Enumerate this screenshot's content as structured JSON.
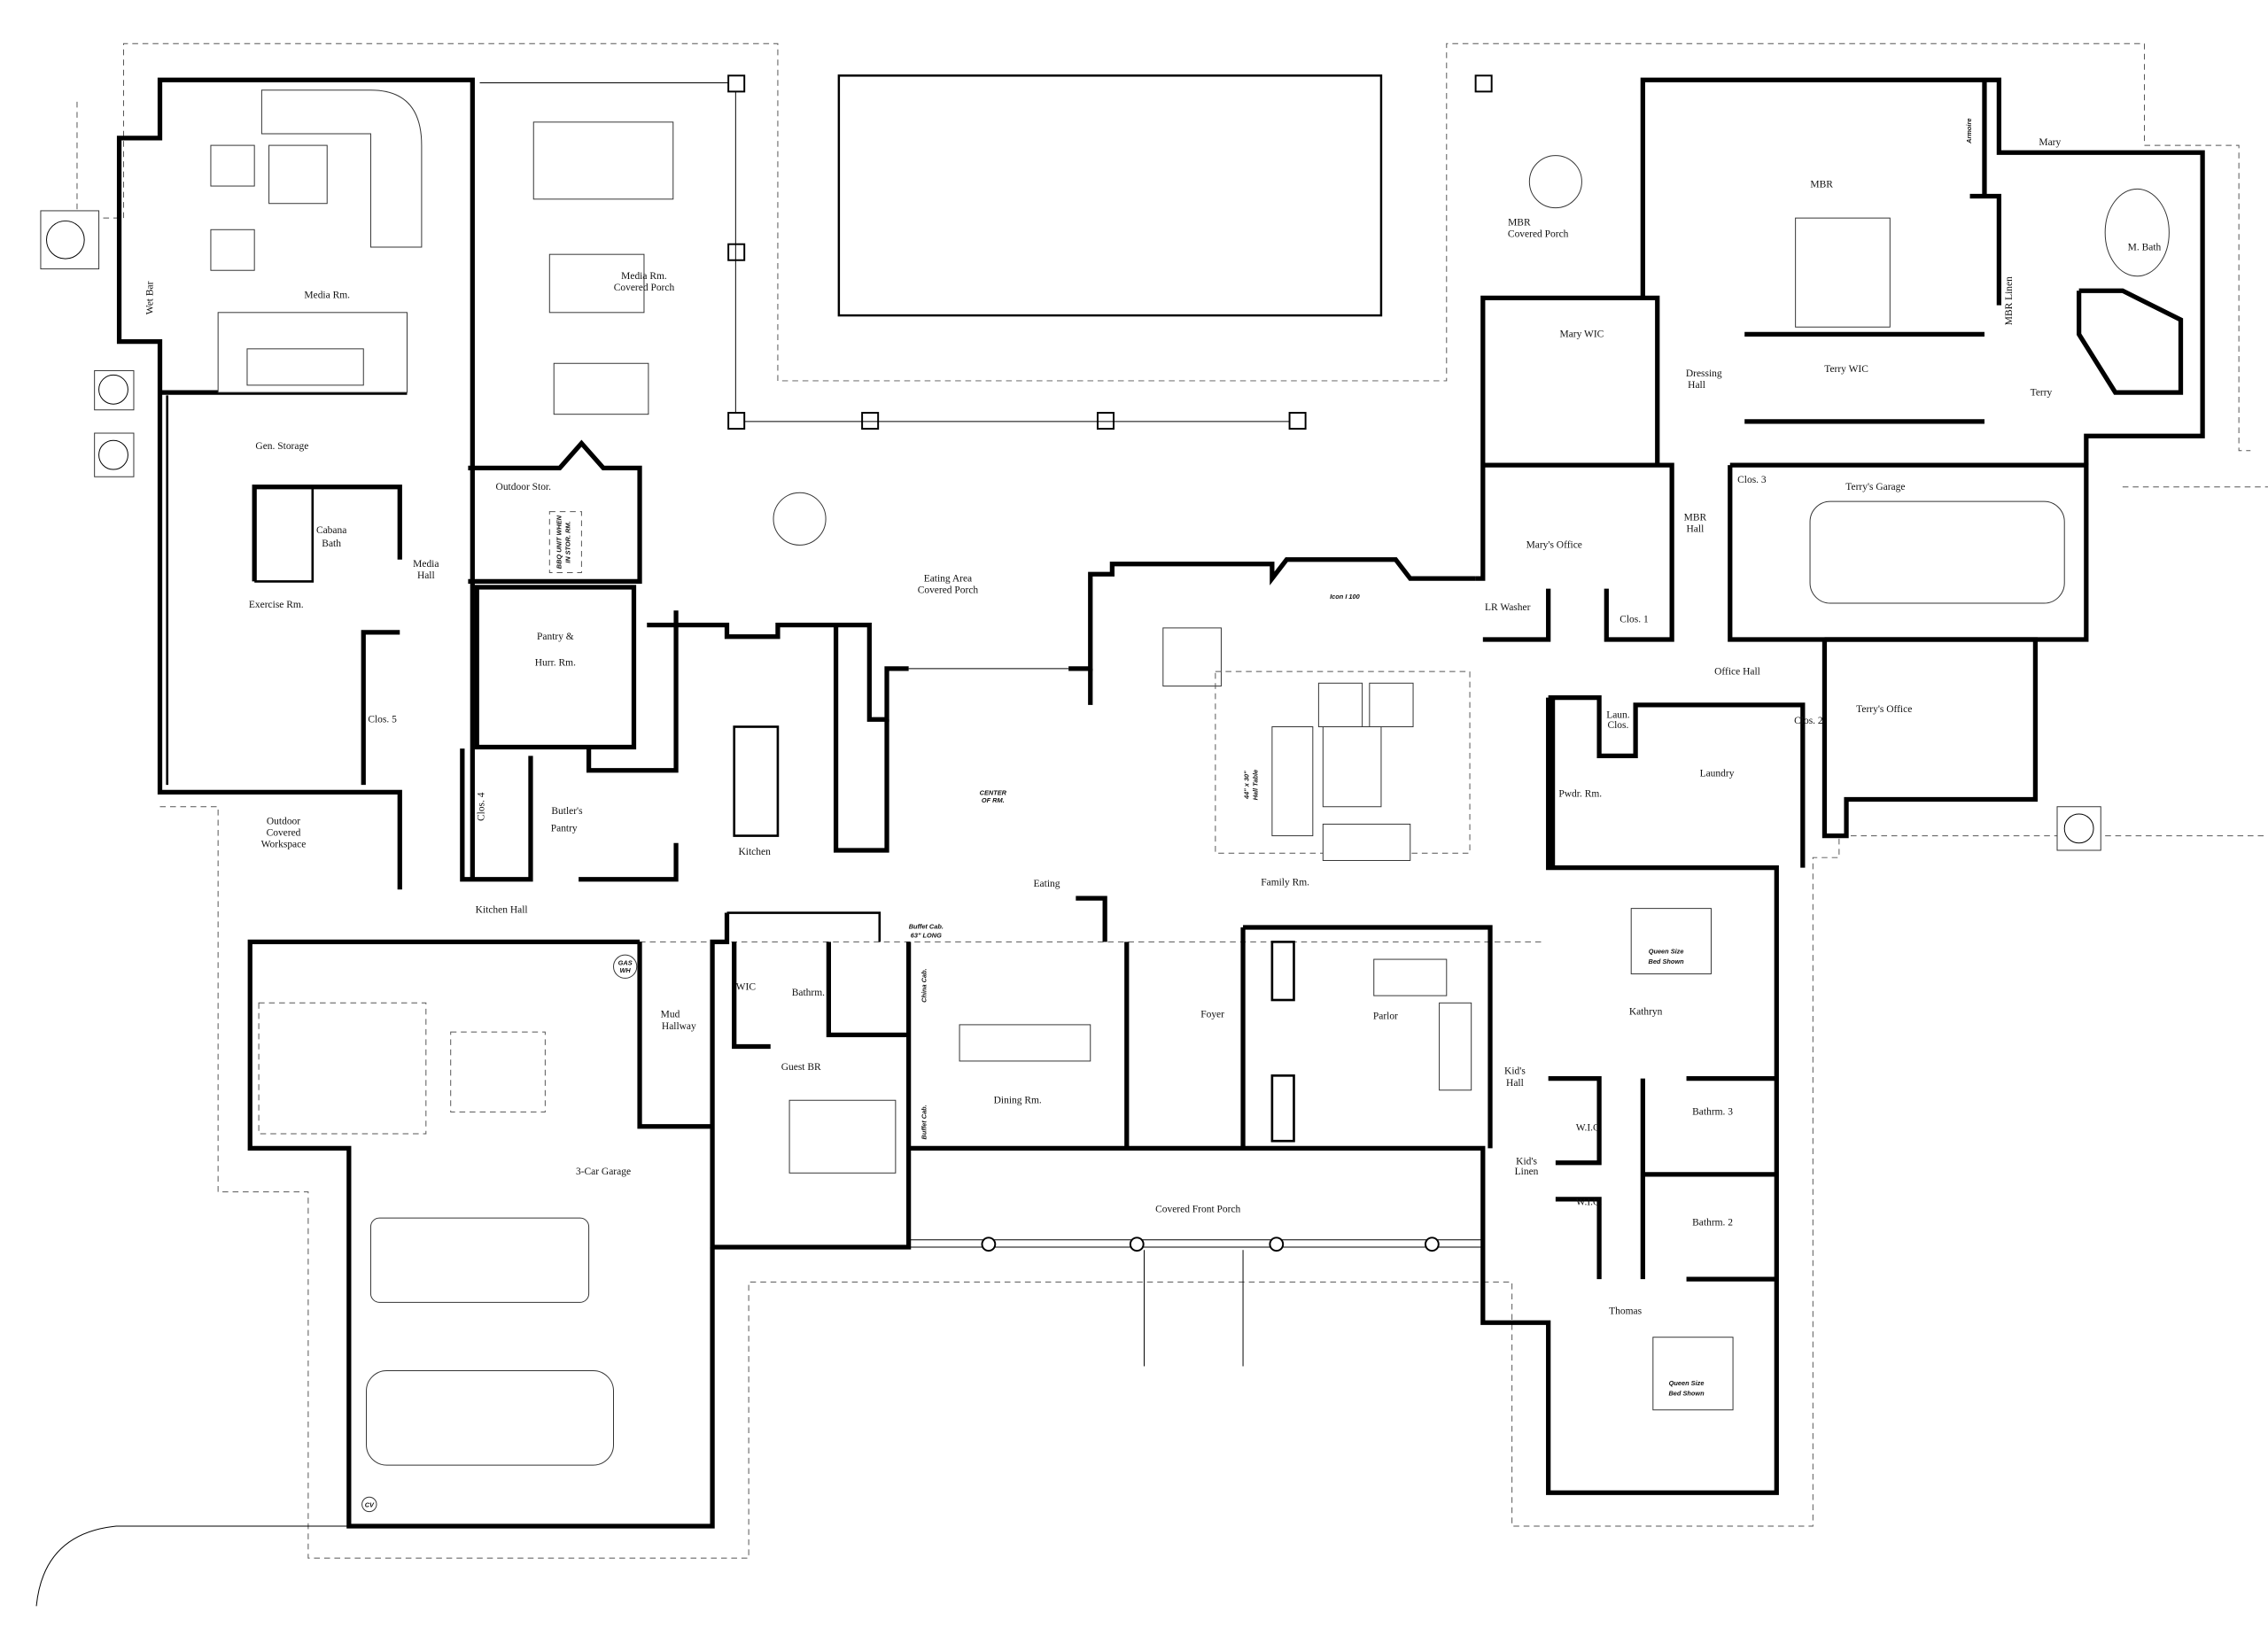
{
  "rooms": {
    "media_rm": "Media Rm.",
    "media_porch_1": "Media Rm.",
    "media_porch_2": "Covered Porch",
    "gen_storage": "Gen. Storage",
    "cabana_1": "Cabana",
    "cabana_2": "Bath",
    "media_hall_1": "Media",
    "media_hall_2": "Hall",
    "exercise_rm": "Exercise Rm.",
    "clos5": "Clos. 5",
    "outdoor_stor": "Outdoor Stor.",
    "pantry_1": "Pantry &",
    "pantry_2": "Hurr. Rm.",
    "eating_porch_1": "Eating Area",
    "eating_porch_2": "Covered Porch",
    "workspace_1": "Outdoor",
    "workspace_2": "Covered",
    "workspace_3": "Workspace",
    "clos4": "Clos. 4",
    "butler_1": "Butler's",
    "butler_2": "Pantry",
    "kitchen": "Kitchen",
    "kitchen_hall": "Kitchen Hall",
    "eating": "Eating",
    "family_rm": "Family Rm.",
    "garage3": "3-Car Garage",
    "mud_1": "Mud",
    "mud_2": "Hallway",
    "wic": "WIC",
    "bathrm": "Bathrm.",
    "guest_br": "Guest BR",
    "dining_rm": "Dining Rm.",
    "foyer": "Foyer",
    "parlor": "Parlor",
    "front_porch": "Covered Front Porch",
    "kids_hall_1": "Kid's",
    "kids_hall_2": "Hall",
    "kathryn": "Kathryn",
    "wic_1": "W.I.C.",
    "wic_2": "W.I.C.",
    "bath3": "Bathrm. 3",
    "bath2": "Bathrm. 2",
    "kids_linen_1": "Kid's",
    "kids_linen_2": "Linen",
    "thomas": "Thomas",
    "mbr": "MBR",
    "mbr_porch_1": "MBR",
    "mbr_porch_2": "Covered Porch",
    "mary": "Mary",
    "m_bath": "M. Bath",
    "mbr_linen": "MBR Linen",
    "mary_wic": "Mary WIC",
    "dressing_1": "Dressing",
    "dressing_2": "Hall",
    "terry_wic": "Terry WIC",
    "terry": "Terry",
    "clos3": "Clos. 3",
    "terrys_garage": "Terry's Garage",
    "mbr_hall_1": "MBR",
    "mbr_hall_2": "Hall",
    "marys_office": "Mary's Office",
    "clos1": "Clos. 1",
    "office_hall": "Office Hall",
    "terrys_office": "Terry's Office",
    "laun_clos_1": "Laun.",
    "laun_clos_2": "Clos.",
    "clos2": "Clos. 2",
    "laundry": "Laundry",
    "pwdr_rm": "Pwdr. Rm.",
    "wet_bar": "Wet Bar",
    "lr_washer": "LR Washer"
  },
  "annotations": {
    "center_1": "CENTER",
    "center_2": "OF RM.",
    "buffet_1": "Buffet Cab.",
    "buffet_2": "63\" LONG",
    "china_cab_1": "China Cab.",
    "china_cab_2": "Buffet Cab.",
    "queen_1a": "Queen Size",
    "queen_1b": "Bed Shown",
    "queen_2a": "Queen Size",
    "queen_2b": "Bed Shown",
    "gas_wh_1": "GAS",
    "gas_wh_2": "WH",
    "cv": "CV",
    "armoire": "Armoire",
    "icon": "Icon I 100",
    "hall_table_1": "44\" x 30\"",
    "hall_table_2": "Hall Table",
    "bbq_1": "BBQ UNIT WHEN",
    "bbq_2": "IN STOR. RM."
  }
}
